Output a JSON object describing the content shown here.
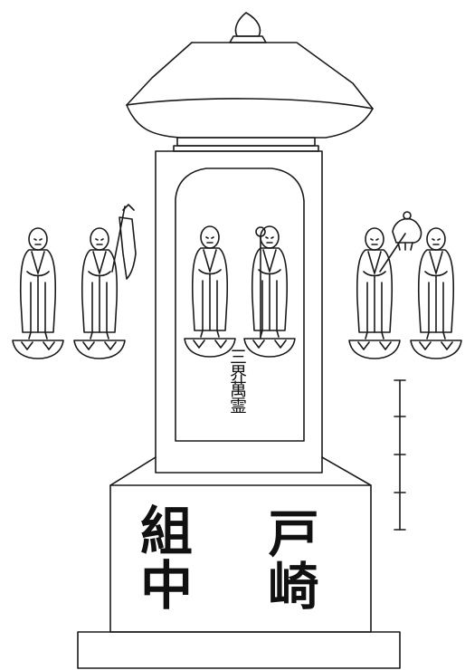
{
  "inscriptions": {
    "center": "三界萬霊",
    "left": "組中",
    "right": "戸崎"
  },
  "colors": {
    "line": "#1a1a1a",
    "background": "#ffffff"
  }
}
